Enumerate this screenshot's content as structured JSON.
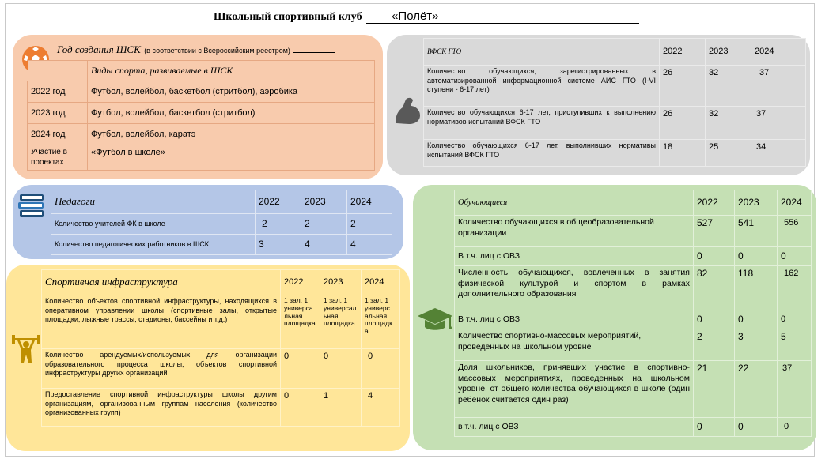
{
  "header": {
    "title": "Школьный спортивный клуб",
    "name": "«Полёт»"
  },
  "year_panel": {
    "heading": "Год создания ШСК",
    "note": "(в соответствии с Всероссийским реестром)",
    "sports_header": "Виды спорта, развиваемые в ШСК",
    "rows": [
      {
        "label": "2022 год",
        "value": "Футбол, волейбол, баскетбол (стритбол), аэробика"
      },
      {
        "label": "2023 год",
        "value": "Футбол, волейбол, баскетбол (стритбол)"
      },
      {
        "label": "2024 год",
        "value": "Футбол, волейбол, каратэ"
      },
      {
        "label": "Участие в проектах",
        "value": "«Футбол в школе»"
      }
    ]
  },
  "gto_panel": {
    "heading": "ВФСК ГТО",
    "years": [
      "2022",
      "2023",
      "2024"
    ],
    "rows": [
      {
        "label": "Количество обучающихся, зарегистрированных в автоматизированной информационной системе АИС ГТО (I-VI ступени - 6-17 лет)",
        "values": [
          "26",
          "32",
          "37"
        ]
      },
      {
        "label": "Количество обучающихся 6-17 лет, приступивших к выполнению нормативов испытаний ВФСК ГТО",
        "values": [
          "26",
          "32",
          "37"
        ]
      },
      {
        "label": "Количество обучающихся 6-17 лет, выполнивших нормативы испытаний ВФСК ГТО",
        "values": [
          "18",
          "25",
          "34"
        ]
      }
    ]
  },
  "teachers_panel": {
    "heading": "Педагоги",
    "years": [
      "2022",
      "2023",
      "2024"
    ],
    "rows": [
      {
        "label": "Количество учителей ФК в школе",
        "values": [
          "2",
          "2",
          "2"
        ]
      },
      {
        "label": "Количество педагогических работников в ШСК",
        "values": [
          "3",
          "4",
          "4"
        ]
      }
    ]
  },
  "infra_panel": {
    "heading": "Спортивная инфраструктура",
    "years": [
      "2022",
      "2023",
      "2024"
    ],
    "rows": [
      {
        "label": "Количество объектов спортивной инфраструктуры, находящихся в оперативном управлении школы (спортивные залы, открытые площадки, лыжные трассы, стадионы, бассейны и т.д.)",
        "values": [
          "1 зал, 1 универса льная площадка",
          "1 зал, 1 универсал ьная площадка",
          "1 зал, 1 универс альная площадк а"
        ]
      },
      {
        "label": "Количество арендуемых/используемых для организации образовательного процесса школы, объектов спортивной инфраструктуры других организаций",
        "values": [
          "0",
          "0",
          "0"
        ]
      },
      {
        "label": "Предоставление спортивной инфраструктуры школы другим организациям, организованным группам населения (количество организованных групп)",
        "values": [
          "0",
          "1",
          "4"
        ]
      }
    ]
  },
  "students_panel": {
    "heading": "Обучающиеся",
    "years": [
      "2022",
      "2023",
      "2024"
    ],
    "rows": [
      {
        "label": "Количество обучающихся в общеобразовательной организации",
        "values": [
          "527",
          "541",
          "556"
        ]
      },
      {
        "label": "В т.ч. лиц с ОВЗ",
        "values": [
          "0",
          "0",
          "0"
        ]
      },
      {
        "label": "Численность обучающихся, вовлеченных в занятия физической культурой и спортом в рамках дополнительного образования",
        "values": [
          "82",
          "118",
          "162"
        ]
      },
      {
        "label": "В т.ч. лиц с ОВЗ",
        "values": [
          "0",
          "0",
          "0"
        ]
      },
      {
        "label": "Количество спортивно-массовых мероприятий, проведенных на школьном уровне",
        "values": [
          "2",
          "3",
          "5"
        ]
      },
      {
        "label": "Доля школьников, принявших участие в спортивно-массовых мероприятиях, проведенных на школьном уровне, от общего количества обучающихся в школе (один ребенок считается один раз)",
        "values": [
          "21",
          "22",
          "37"
        ]
      },
      {
        "label": "в т.ч. лиц с ОВЗ",
        "values": [
          "0",
          "0",
          "0"
        ]
      }
    ]
  },
  "icons": [
    "soccer-ball-icon",
    "flexed-arm-icon",
    "books-icon",
    "weightlifter-icon",
    "graduation-cap-icon"
  ],
  "colors": {
    "year_bg": "#f8cbad",
    "gto_bg": "#d9d9d9",
    "teachers_bg": "#b4c6e7",
    "infra_bg": "#ffe699",
    "students_bg": "#c5e0b4"
  }
}
